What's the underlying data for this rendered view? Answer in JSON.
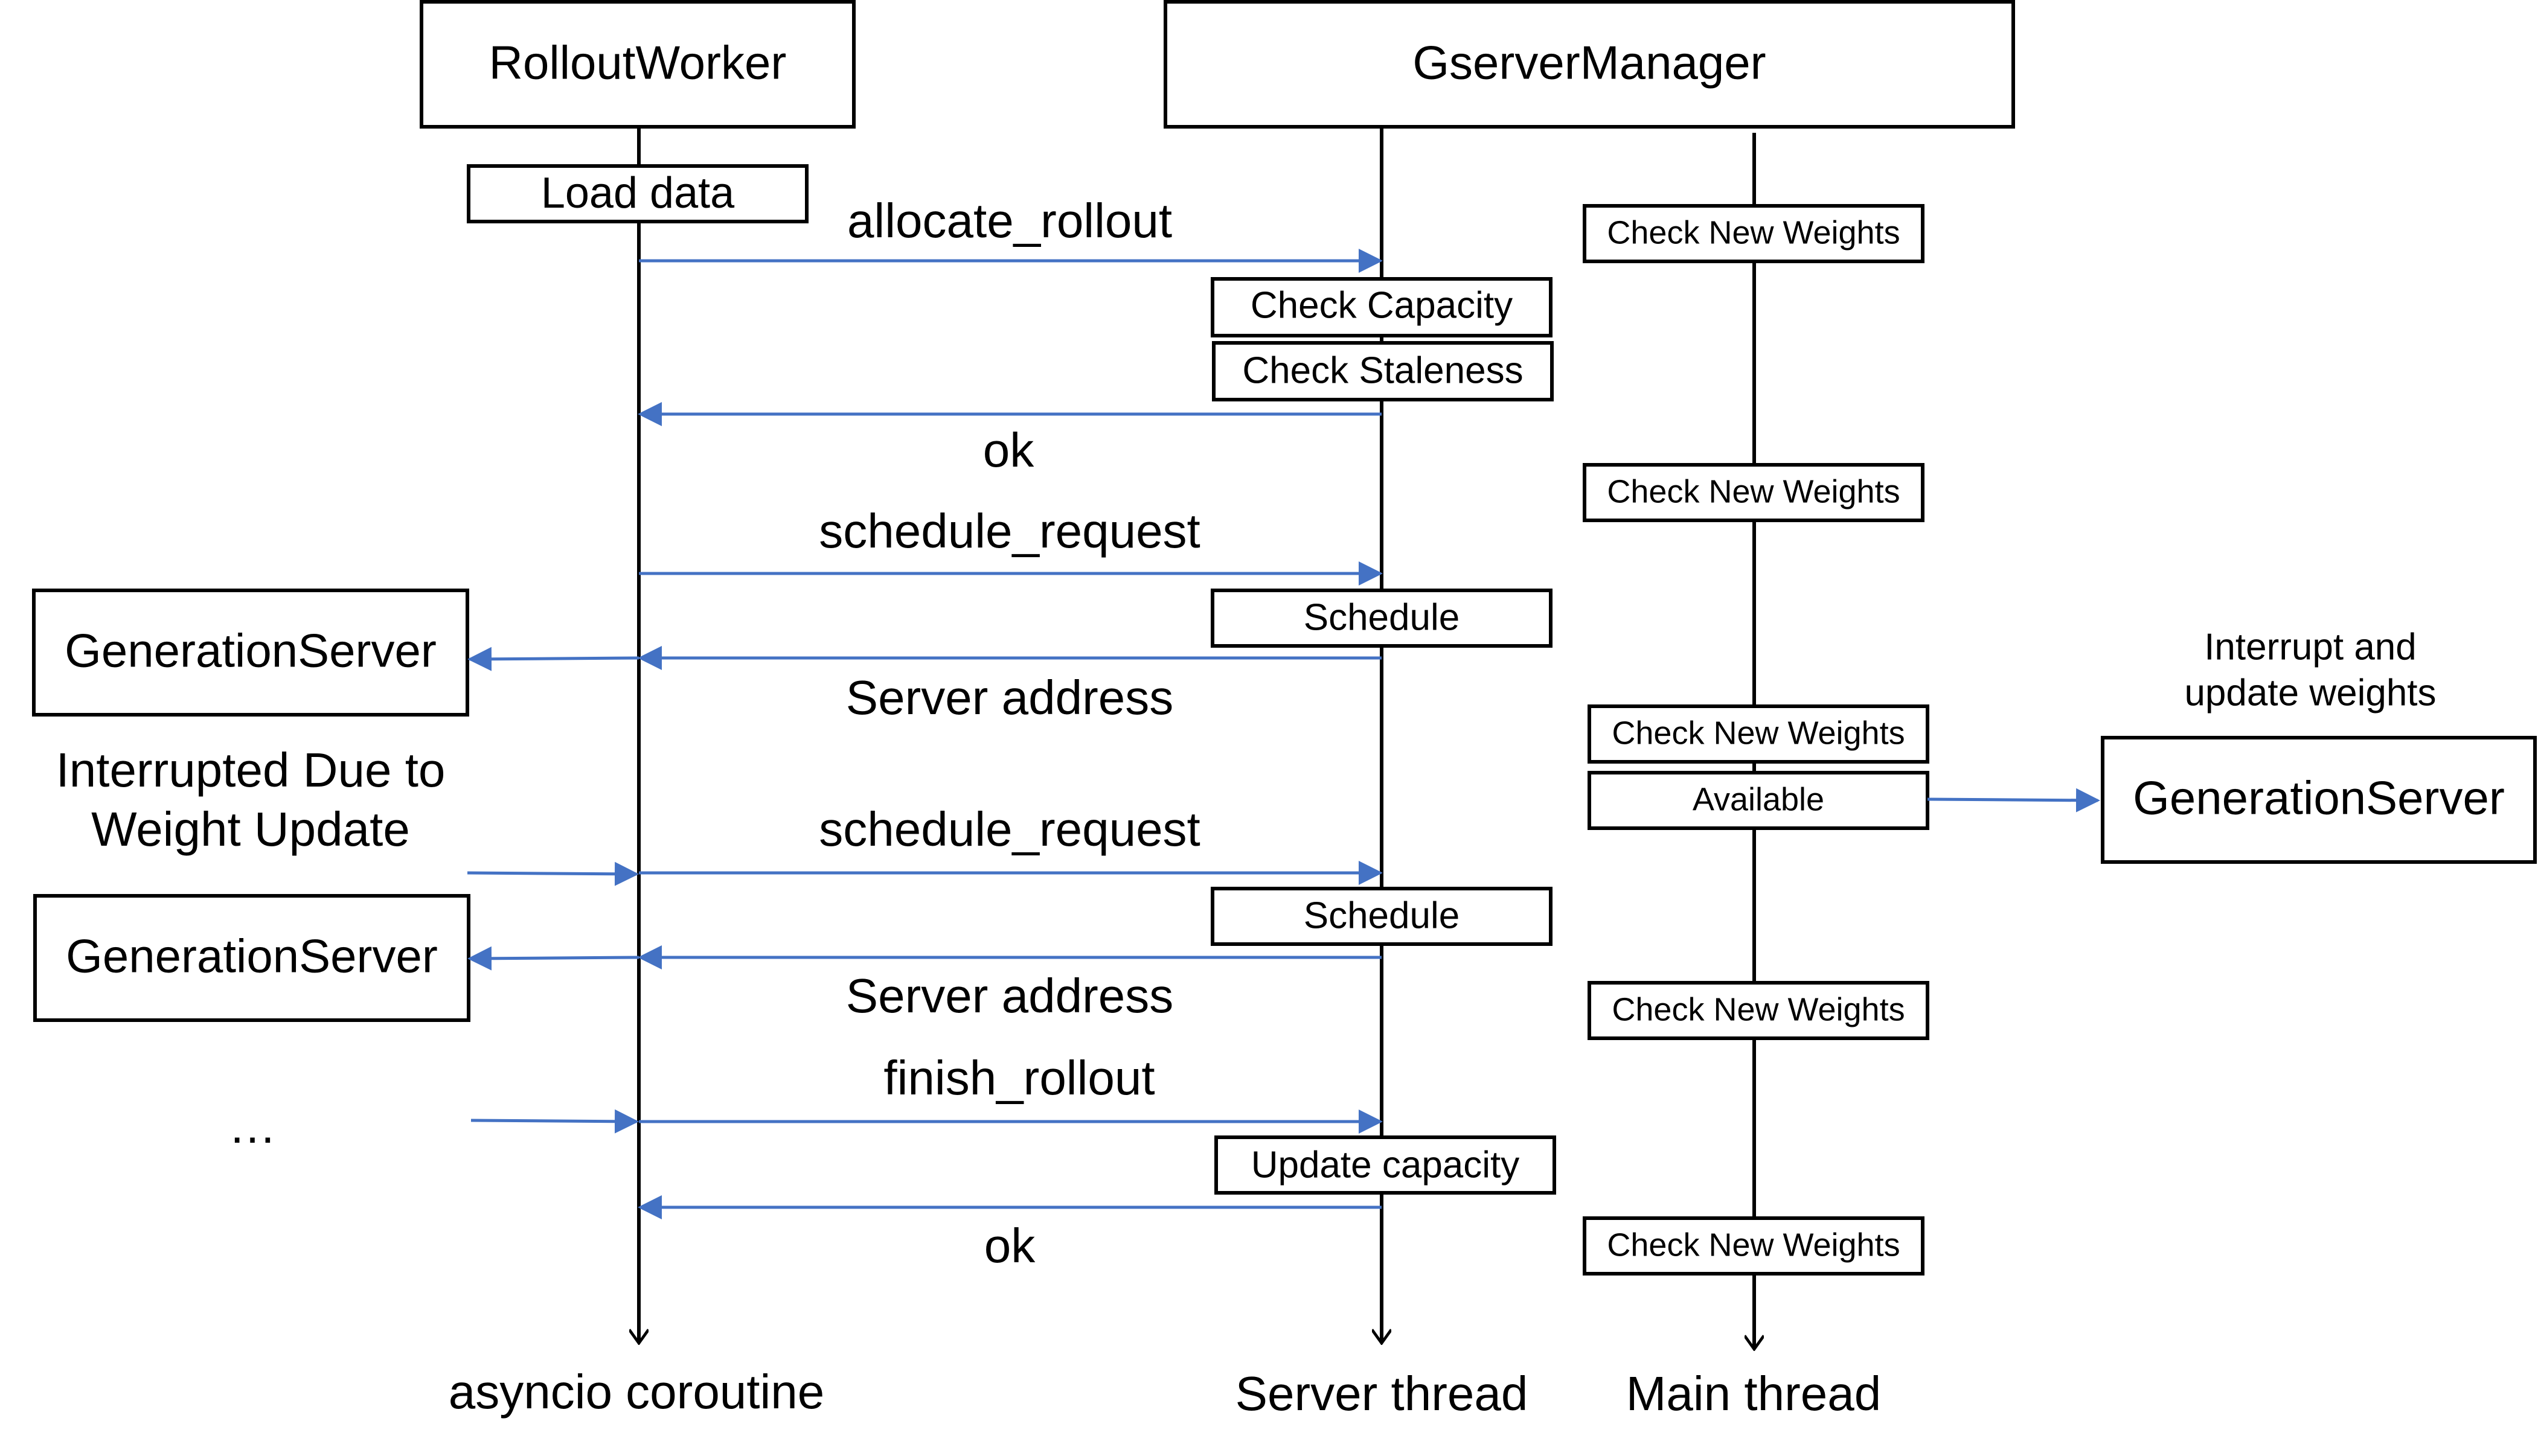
{
  "participants": {
    "rollout_worker": "RolloutWorker",
    "gserver_manager": "GserverManager"
  },
  "lifeline_labels": {
    "asyncio": "asyncio coroutine",
    "server_thread": "Server thread",
    "main_thread": "Main thread"
  },
  "worker_steps": {
    "load_data": "Load data"
  },
  "server_steps": {
    "check_capacity": "Check Capacity",
    "check_staleness": "Check Staleness",
    "schedule_1": "Schedule",
    "schedule_2": "Schedule",
    "update_capacity": "Update capacity"
  },
  "main_steps": {
    "check_weights_1": "Check New Weights",
    "check_weights_2": "Check New Weights",
    "check_weights_3": "Check New Weights",
    "available": "Available",
    "check_weights_4": "Check New Weights",
    "check_weights_5": "Check New Weights"
  },
  "messages": {
    "allocate_rollout": "allocate_rollout",
    "ok_1": "ok",
    "schedule_request_1": "schedule_request",
    "server_address_1": "Server address",
    "schedule_request_2": "schedule_request",
    "server_address_2": "Server address",
    "finish_rollout": "finish_rollout",
    "ok_2": "ok"
  },
  "side": {
    "generation_server_1": "GenerationServer",
    "interrupted_line1": "Interrupted Due to",
    "interrupted_line2": "Weight Update",
    "generation_server_2": "GenerationServer",
    "ellipsis": "…",
    "interrupt_line1": "Interrupt and",
    "interrupt_line2": "update weights",
    "generation_server_right": "GenerationServer"
  },
  "colors": {
    "arrow": "#4472C4",
    "line": "#000000"
  }
}
